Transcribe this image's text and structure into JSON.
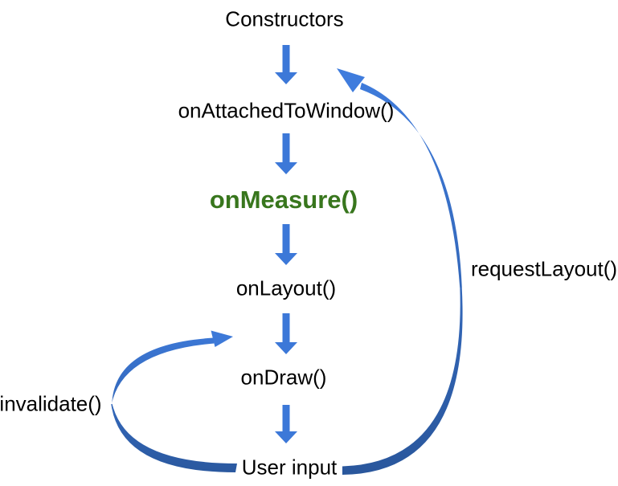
{
  "diagram": {
    "background": "#ffffff",
    "nodes": [
      {
        "id": "constructors",
        "label": "Constructors",
        "color": "#000000"
      },
      {
        "id": "on-attached-to-window",
        "label": "onAttachedToWindow()",
        "color": "#000000"
      },
      {
        "id": "on-measure",
        "label": "onMeasure()",
        "color": "#38761d",
        "emphasized": true
      },
      {
        "id": "on-layout",
        "label": "onLayout()",
        "color": "#000000"
      },
      {
        "id": "on-draw",
        "label": "onDraw()",
        "color": "#000000"
      },
      {
        "id": "user-input",
        "label": "User input",
        "color": "#000000"
      }
    ],
    "edges": [
      {
        "from": "constructors",
        "to": "on-attached-to-window",
        "type": "straight-down-arrow"
      },
      {
        "from": "on-attached-to-window",
        "to": "on-measure",
        "type": "straight-down-arrow"
      },
      {
        "from": "on-measure",
        "to": "on-layout",
        "type": "straight-down-arrow"
      },
      {
        "from": "on-layout",
        "to": "on-draw",
        "type": "straight-down-arrow"
      },
      {
        "from": "on-draw",
        "to": "user-input",
        "type": "straight-down-arrow"
      },
      {
        "from": "user-input",
        "to": "on-attached-to-window",
        "type": "curved-arrow-right-side",
        "label": "requestLayout()"
      },
      {
        "from": "user-input",
        "to": "on-draw",
        "type": "curved-arrow-left-side",
        "label": "invalidate()"
      }
    ],
    "colors": {
      "straight_arrow": "#3c78d8",
      "curve_gradient_dark": "#29569b",
      "curve_gradient_light": "#3f7cdd",
      "emphasis_text": "#38761d",
      "node_text": "#000000"
    }
  }
}
